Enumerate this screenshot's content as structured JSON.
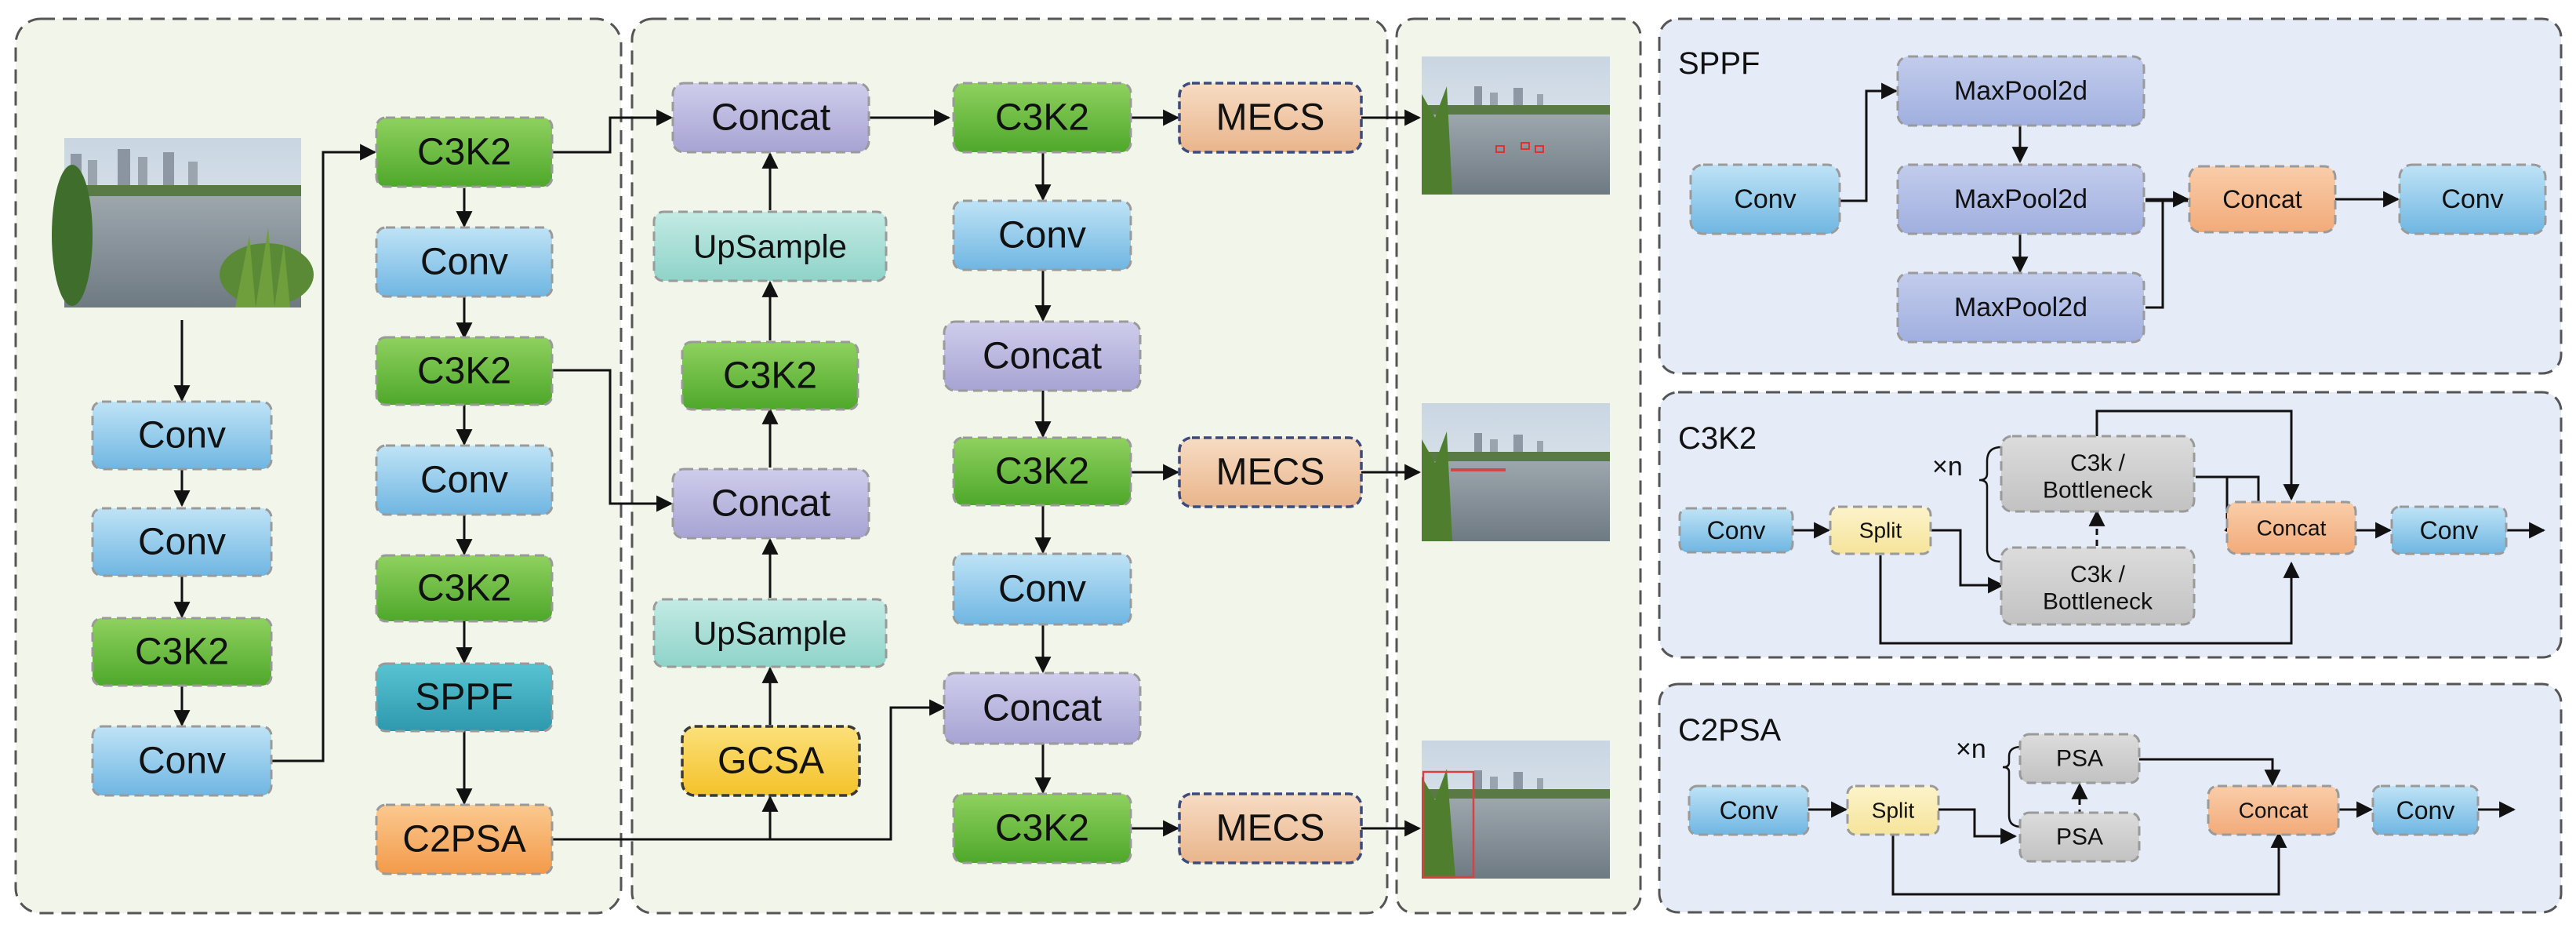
{
  "backbone": {
    "input_image": {
      "kind": "photo"
    },
    "nodes": [
      {
        "id": "b_conv1",
        "label": "Conv",
        "style": "blue"
      },
      {
        "id": "b_conv2",
        "label": "Conv",
        "style": "blue"
      },
      {
        "id": "b_c3k2a",
        "label": "C3K2",
        "style": "green"
      },
      {
        "id": "b_conv3",
        "label": "Conv",
        "style": "blue"
      },
      {
        "id": "b_c3k2b",
        "label": "C3K2",
        "style": "green"
      },
      {
        "id": "b_conv4",
        "label": "Conv",
        "style": "blue"
      },
      {
        "id": "b_c3k2c",
        "label": "C3K2",
        "style": "green"
      },
      {
        "id": "b_conv5",
        "label": "Conv",
        "style": "blue"
      },
      {
        "id": "b_c3k2d",
        "label": "C3K2",
        "style": "green"
      },
      {
        "id": "b_sppf",
        "label": "SPPF",
        "style": "teal"
      },
      {
        "id": "b_c2psa",
        "label": "C2PSA",
        "style": "orange"
      }
    ]
  },
  "neck": {
    "nodes": [
      {
        "id": "n_concat1",
        "label": "Concat",
        "style": "purple"
      },
      {
        "id": "n_up1",
        "label": "UpSample",
        "style": "mint"
      },
      {
        "id": "n_c3k2a",
        "label": "C3K2",
        "style": "green"
      },
      {
        "id": "n_concat2",
        "label": "Concat",
        "style": "purple"
      },
      {
        "id": "n_up2",
        "label": "UpSample",
        "style": "mint"
      },
      {
        "id": "n_gcsa",
        "label": "GCSA",
        "style": "gold"
      },
      {
        "id": "h_c3k2a",
        "label": "C3K2",
        "style": "green"
      },
      {
        "id": "h_conv1",
        "label": "Conv",
        "style": "blue"
      },
      {
        "id": "h_concat1",
        "label": "Concat",
        "style": "purple"
      },
      {
        "id": "h_c3k2b",
        "label": "C3K2",
        "style": "green"
      },
      {
        "id": "h_conv2",
        "label": "Conv",
        "style": "blue"
      },
      {
        "id": "h_concat2",
        "label": "Concat",
        "style": "purple"
      },
      {
        "id": "h_c3k2c",
        "label": "C3K2",
        "style": "green"
      },
      {
        "id": "m1",
        "label": "MECS",
        "style": "peach"
      },
      {
        "id": "m2",
        "label": "MECS",
        "style": "peach"
      },
      {
        "id": "m3",
        "label": "MECS",
        "style": "peach"
      }
    ]
  },
  "outputs": [
    {
      "id": "out1",
      "kind": "photo"
    },
    {
      "id": "out2",
      "kind": "photo"
    },
    {
      "id": "out3",
      "kind": "photo"
    }
  ],
  "sppf": {
    "title": "SPPF",
    "nodes": [
      {
        "id": "s_conv_in",
        "label": "Conv",
        "style": "blue"
      },
      {
        "id": "s_mp1",
        "label": "MaxPool2d",
        "style": "lavender"
      },
      {
        "id": "s_mp2",
        "label": "MaxPool2d",
        "style": "lavender"
      },
      {
        "id": "s_mp3",
        "label": "MaxPool2d",
        "style": "lavender"
      },
      {
        "id": "s_concat",
        "label": "Concat",
        "style": "salmon"
      },
      {
        "id": "s_conv_out",
        "label": "Conv",
        "style": "blue"
      }
    ]
  },
  "c3k2": {
    "title": "C3K2",
    "repeat_label": "×n",
    "nodes": [
      {
        "id": "k_conv_in",
        "label": "Conv",
        "style": "blue"
      },
      {
        "id": "k_split",
        "label": "Split",
        "style": "cream"
      },
      {
        "id": "k_bn_top",
        "label": "C3k /|Bottleneck",
        "style": "gray"
      },
      {
        "id": "k_bn_bot",
        "label": "C3k /|Bottleneck",
        "style": "gray"
      },
      {
        "id": "k_concat",
        "label": "Concat",
        "style": "salmon"
      },
      {
        "id": "k_conv_out",
        "label": "Conv",
        "style": "blue"
      }
    ]
  },
  "c2psa": {
    "title": "C2PSA",
    "repeat_label": "×n",
    "nodes": [
      {
        "id": "p_conv_in",
        "label": "Conv",
        "style": "blue"
      },
      {
        "id": "p_split",
        "label": "Split",
        "style": "cream"
      },
      {
        "id": "p_psa_top",
        "label": "PSA",
        "style": "gray"
      },
      {
        "id": "p_psa_bot",
        "label": "PSA",
        "style": "gray"
      },
      {
        "id": "p_concat",
        "label": "Concat",
        "style": "salmon"
      },
      {
        "id": "p_conv_out",
        "label": "Conv",
        "style": "blue"
      }
    ]
  },
  "colors": {
    "panel_left_bg": "#f2f5ea",
    "panel_right_bg": "#e6ecf7",
    "blue": "#8ecbec",
    "green": "#66bb3a",
    "teal": "#45b3c4",
    "orange": "#f7b36c",
    "purple": "#b9b6de",
    "mint": "#a6ddd5",
    "gold": "#f7cf45",
    "peach": "#f0c9a6",
    "lavender": "#aebbe4",
    "salmon": "#f5b98e",
    "cream": "#faeeb6",
    "gray": "#cfcfcf"
  }
}
